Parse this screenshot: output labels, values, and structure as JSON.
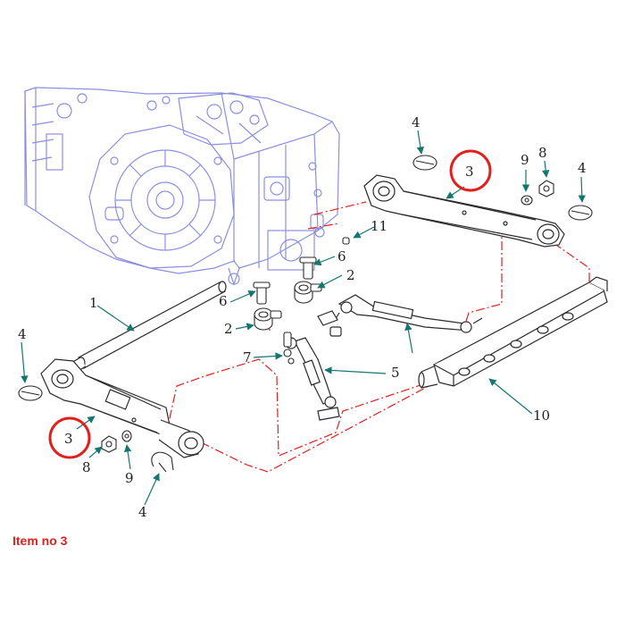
{
  "caption": "Item no 3",
  "callouts": [
    "1",
    "2",
    "2",
    "3",
    "3",
    "4",
    "4",
    "4",
    "4",
    "5",
    "6",
    "6",
    "7",
    "8",
    "8",
    "9",
    "9",
    "10",
    "11"
  ],
  "colors": {
    "housing": "#8b8fe0",
    "parts": "#2a2a2a",
    "leader": "#15756f",
    "centerline": "#e02020",
    "highlight": "#e0201e"
  },
  "icons": {
    "housing": "tractor-rear-housing-icon",
    "lower_link": "lower-link-arm-icon",
    "cross_shaft": "cross-shaft-icon",
    "drawbar": "drawbar-icon",
    "lift_rod": "lift-rod-icon"
  }
}
